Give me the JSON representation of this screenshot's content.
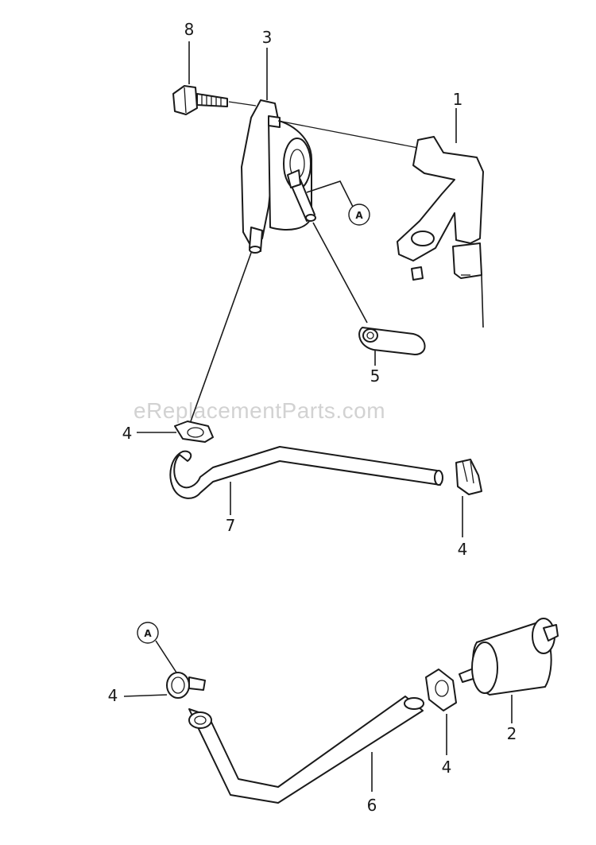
{
  "watermark": "eReplacementParts.com",
  "callouts": {
    "c1": "1",
    "c2": "2",
    "c3": "3",
    "c4a": "4",
    "c4b": "4",
    "c4c": "4",
    "c4d": "4",
    "c5": "5",
    "c6": "6",
    "c7": "7",
    "c8": "8"
  },
  "connectors": {
    "a_top": "A",
    "a_bottom": "A"
  }
}
